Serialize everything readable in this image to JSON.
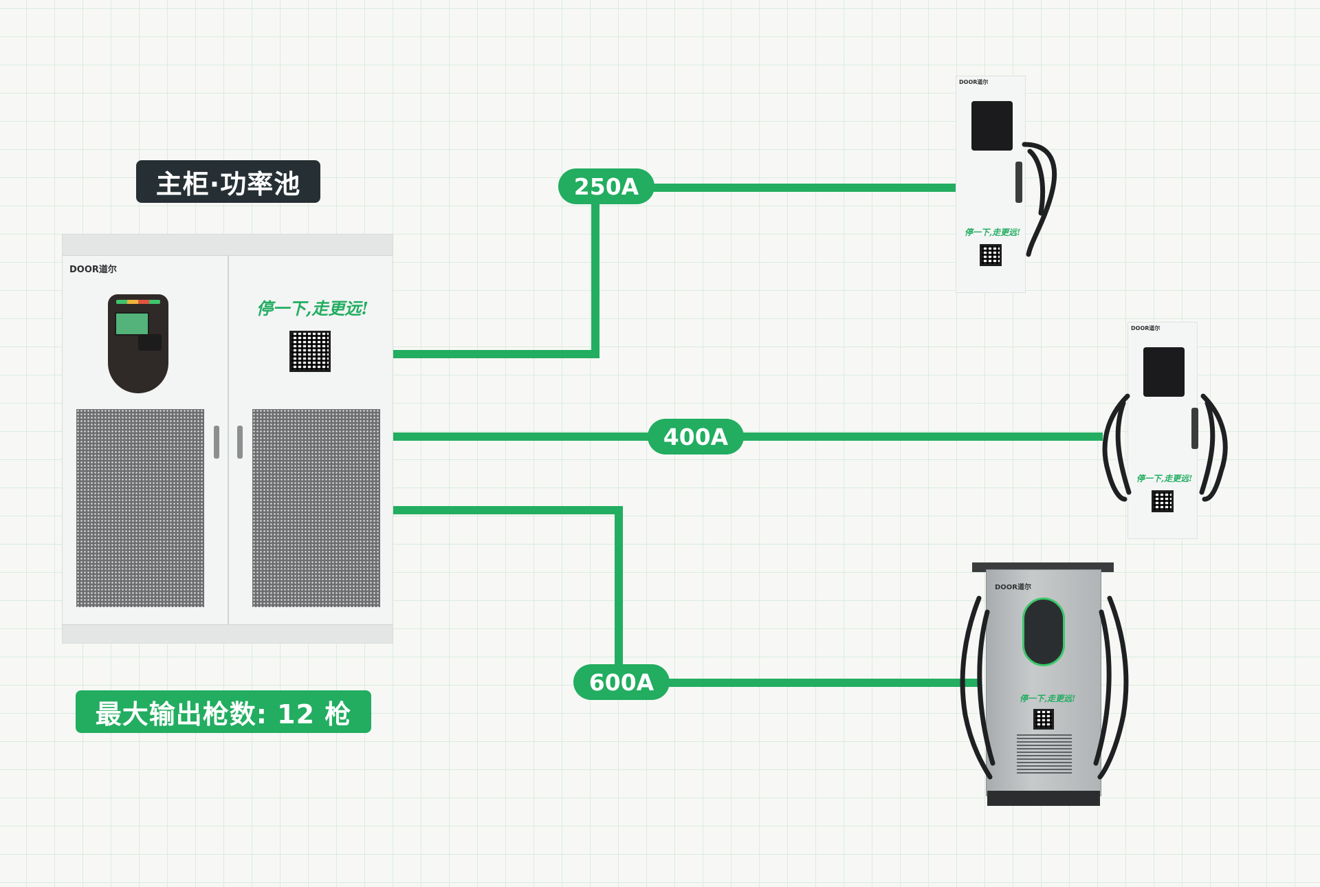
{
  "labels": {
    "main_cabinet": "主柜·功率池",
    "max_guns": "最大输出枪数: 12 枪"
  },
  "connections": [
    {
      "current": "250A"
    },
    {
      "current": "400A"
    },
    {
      "current": "600A"
    }
  ],
  "branding": {
    "logo": "DOOR道尔",
    "slogan": "停一下,走更远!"
  },
  "colors": {
    "accent_green": "#22ad60",
    "dark_tag": "#263034",
    "grid_line": "#d9ebe0"
  }
}
